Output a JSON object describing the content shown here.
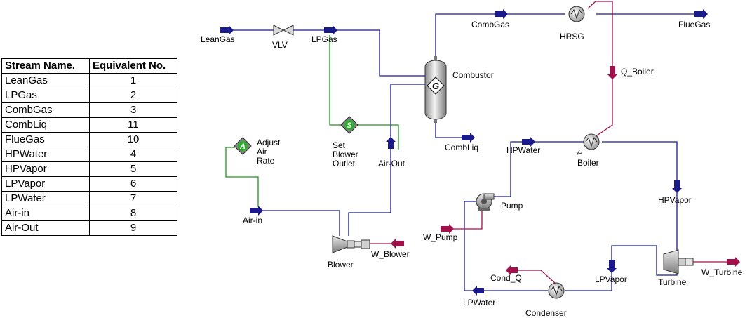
{
  "table": {
    "headers": [
      "Stream Name.",
      "Equivalent No."
    ],
    "rows": [
      [
        "LeanGas",
        "1"
      ],
      [
        "LPGas",
        "2"
      ],
      [
        "CombGas",
        "3"
      ],
      [
        "CombLiq",
        "11"
      ],
      [
        "FlueGas",
        "10"
      ],
      [
        "HPWater",
        "4"
      ],
      [
        "HPVapor",
        "5"
      ],
      [
        "LPVapor",
        "6"
      ],
      [
        "LPWater",
        "7"
      ],
      [
        "Air-in",
        "8"
      ],
      [
        "Air-Out",
        "9"
      ]
    ]
  },
  "diagram": {
    "streams": {
      "leangas": "LeanGas",
      "lpgas": "LPGas",
      "combgas": "CombGas",
      "fluegas": "FlueGas",
      "combliq": "CombLiq",
      "q_boiler": "Q_Boiler",
      "hpwater": "HPWater",
      "hpvapor": "HPVapor",
      "air_out": "Air-Out",
      "air_in": "Air-in",
      "w_pump": "W_Pump",
      "w_blower": "W_Blower",
      "w_turbine": "W_Turbine",
      "lpvapor": "LPVapor",
      "lpwater": "LPWater",
      "cond_q": "Cond_Q"
    },
    "units": {
      "vlv": "VLV",
      "hrsg": "HRSG",
      "combustor": "Combustor",
      "boiler": "Boiler",
      "pump": "Pump",
      "blower": "Blower",
      "turbine": "Turbine",
      "condenser": "Condenser"
    },
    "logic": {
      "adjust": [
        "Adjust",
        "Air",
        "Rate"
      ],
      "adjust_symbol": "A",
      "set": [
        "Set",
        "Blower",
        "Outlet"
      ],
      "set_symbol": "S",
      "combustor_symbol": "G"
    },
    "colors": {
      "material": "#1a1a8c",
      "energy": "#a0104a",
      "logic": "#1a9a1a",
      "equipment_fill": "#b8b8b8"
    }
  }
}
